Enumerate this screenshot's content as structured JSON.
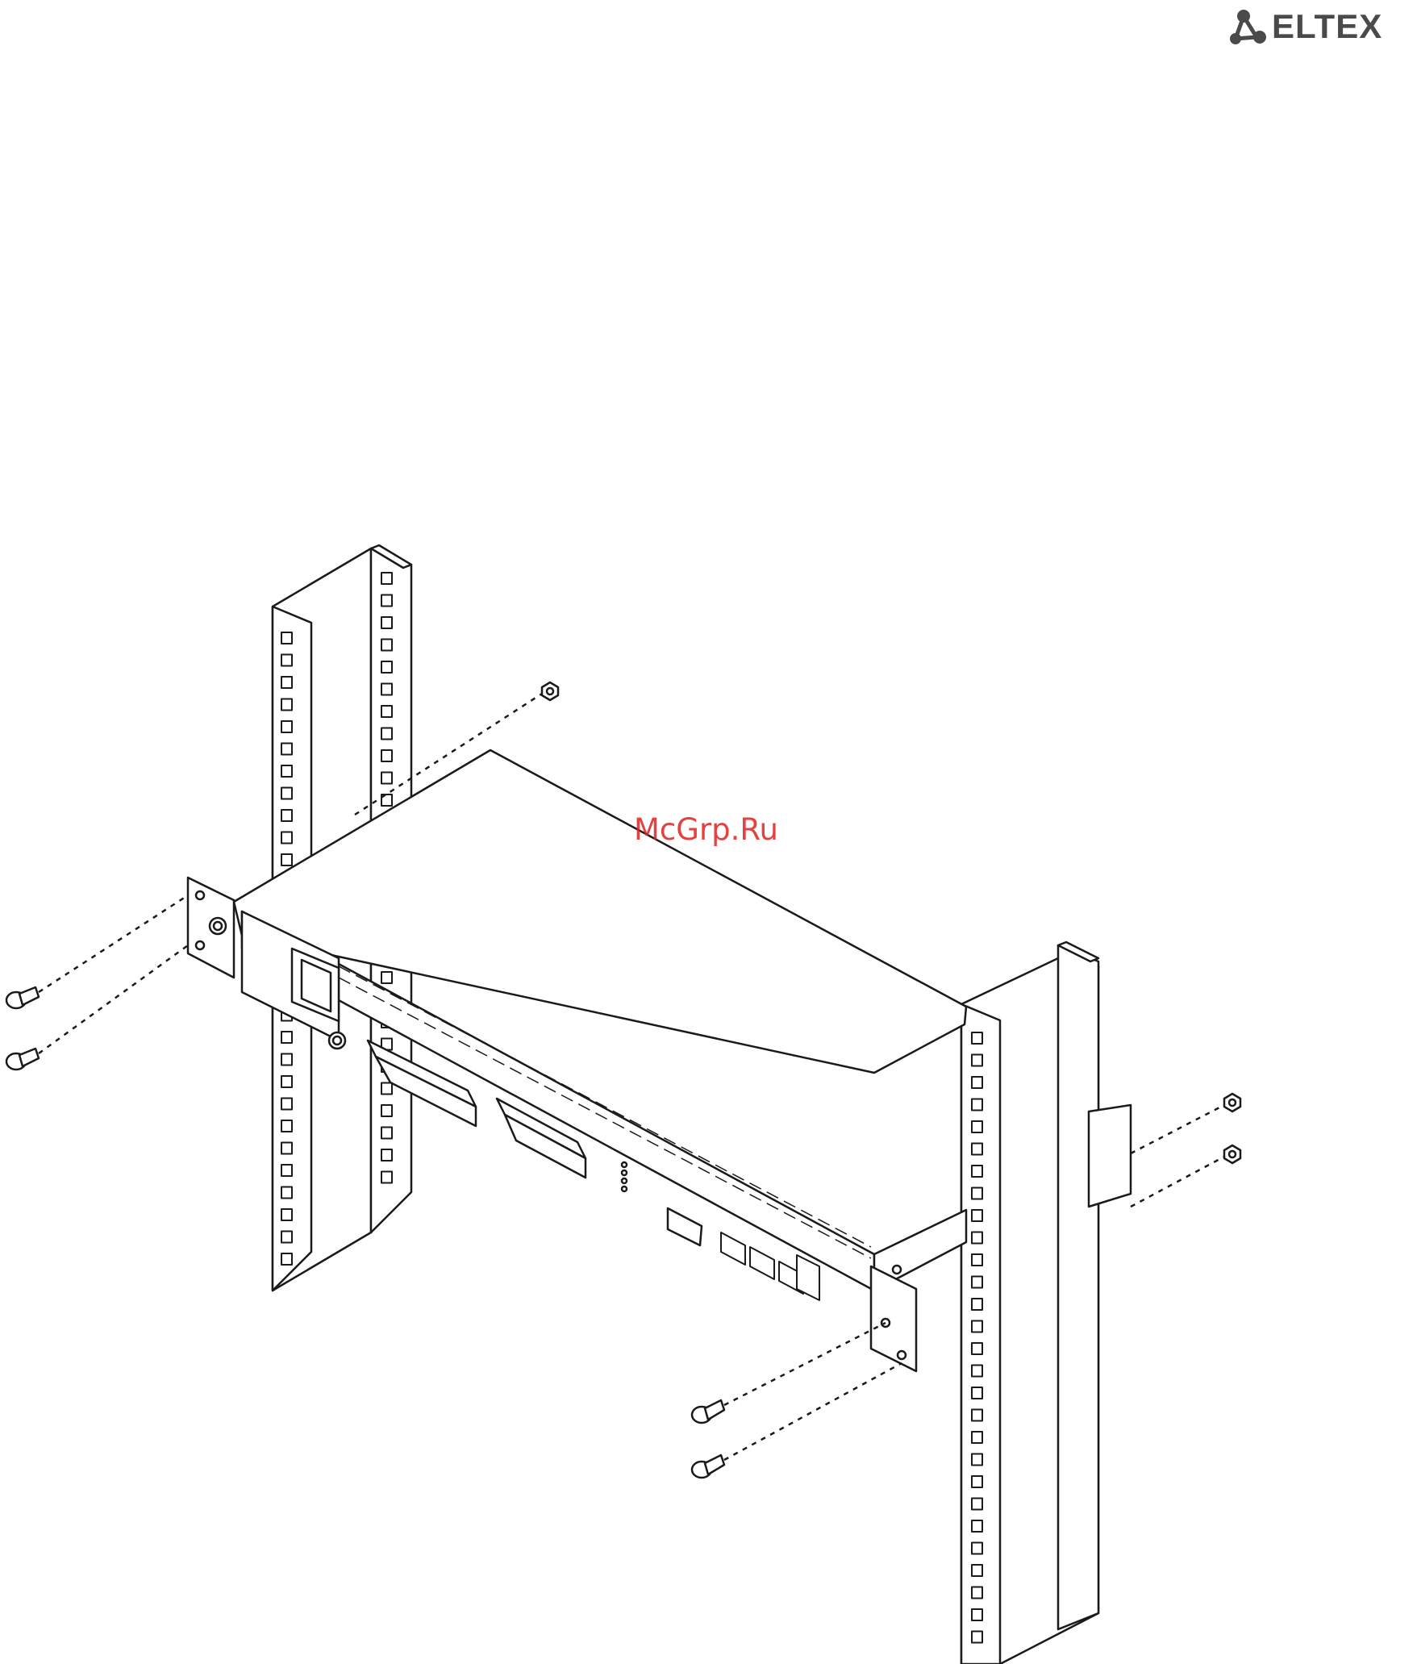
{
  "header": {
    "brand": "ELTEX",
    "brand_color": "#4a4a4a",
    "logo_icon": "eltex-triangle-nodes-icon"
  },
  "watermark": {
    "text": "McGrp.Ru",
    "color": "#e02020"
  },
  "illustration": {
    "subject": "rack-mount-installation",
    "colors": {
      "stroke": "#1a1a1a",
      "fill": "#ffffff"
    }
  }
}
